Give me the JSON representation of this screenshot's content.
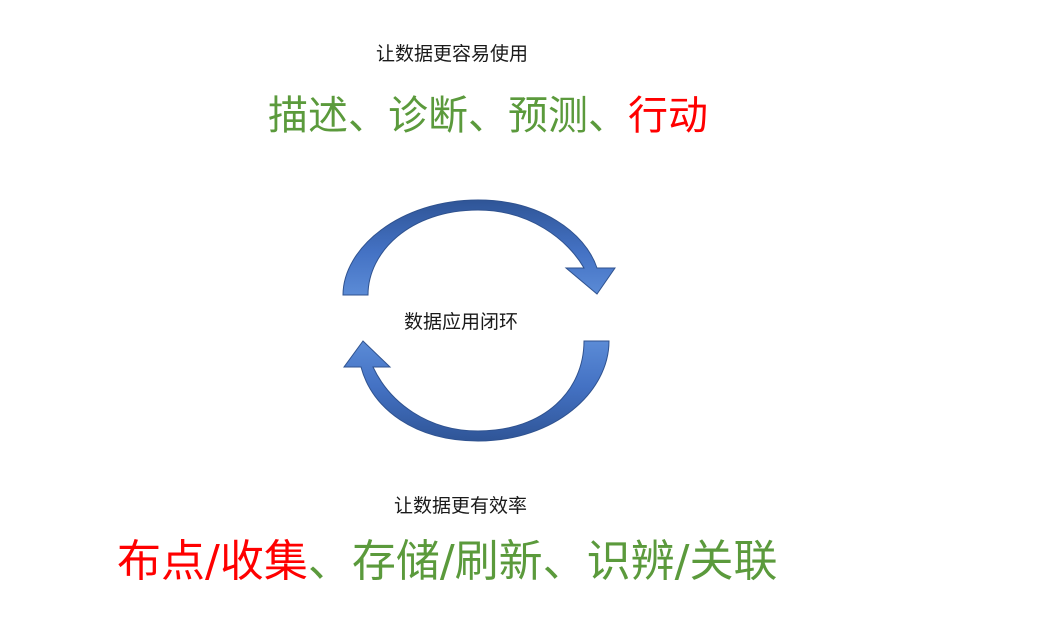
{
  "top": {
    "caption": "让数据更容易使用",
    "phrases": [
      {
        "text": "描述、诊断、预测、",
        "color": "#5b9a3c"
      },
      {
        "text": "行动",
        "color": "#ff0000"
      }
    ]
  },
  "center": {
    "caption": "数据应用闭环"
  },
  "bottom": {
    "caption": "让数据更有效率",
    "phrases": [
      {
        "text": "布点/收集",
        "color": "#ff0000"
      },
      {
        "text": "、存储/刷新、识辨/关联",
        "color": "#5b9a3c"
      }
    ]
  },
  "colors": {
    "arrow_fill": "#4472c4",
    "arrow_fill_dark": "#2f5597",
    "arrow_stroke": "#2f528f"
  },
  "icons": {
    "top_arrow": "curved-arrow-clockwise-top",
    "bottom_arrow": "curved-arrow-clockwise-bottom"
  }
}
